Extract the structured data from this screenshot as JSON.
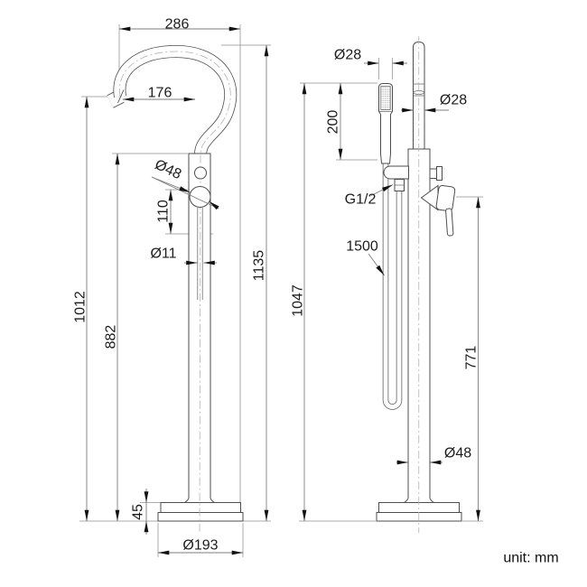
{
  "unit_label": "unit: mm",
  "front_view": {
    "dim_spout_reach": "286",
    "dim_spout_tip_offset": "176",
    "dim_handle_diameter": "Ø48",
    "dim_handle_offset": "110",
    "dim_rod_diameter": "Ø11",
    "dim_spout_height": "1012",
    "dim_body_height": "882",
    "dim_total_height": "1135",
    "dim_base_height": "45",
    "dim_base_diameter": "Ø193"
  },
  "side_view": {
    "dim_handshower_diameter": "Ø28",
    "dim_riser_diameter": "Ø28",
    "dim_handshower_length": "200",
    "dim_hose_thread": "G1/2",
    "dim_hose_length": "1500",
    "dim_total_height": "1047",
    "dim_outlet_height": "771",
    "dim_column_diameter": "Ø48"
  }
}
